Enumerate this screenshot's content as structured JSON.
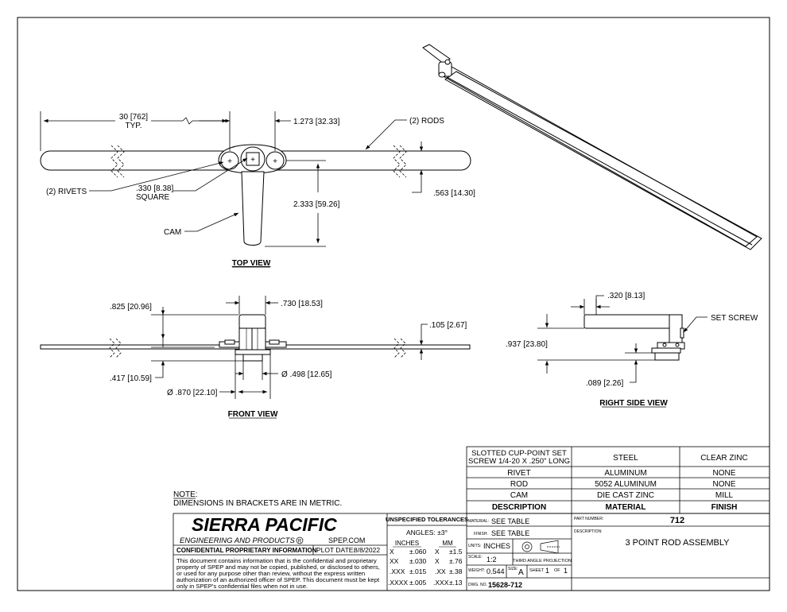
{
  "views": {
    "top": {
      "title": "TOP VIEW",
      "dim_length": [
        "30",
        "762"
      ],
      "typ": "TYP.",
      "dim_offset": [
        ".273",
        "32.33"
      ],
      "dim_offset_prefix": "1",
      "rods_label": "(2) RODS",
      "rivets_label": "(2) RIVETS",
      "square_dim": ".330 [8.38]",
      "square_label": "SQUARE",
      "cam_length": [
        "2.333",
        "59.26"
      ],
      "rod_width": [
        ".563",
        "14.30"
      ],
      "cam_label": "CAM"
    },
    "front": {
      "title": "FRONT VIEW",
      "cam_height": [
        ".825",
        "20.96"
      ],
      "cam_width": [
        ".730",
        "18.53"
      ],
      "rod_thickness": [
        ".105",
        "2.67"
      ],
      "below": [
        ".417",
        "10.59"
      ],
      "hub_dia": [
        "Ø .498",
        "12.65"
      ],
      "flange_dia": [
        "Ø .870",
        "22.10"
      ]
    },
    "side": {
      "title": "RIGHT SIDE VIEW",
      "top_dim": [
        ".320",
        "8.13"
      ],
      "set_screw": "SET SCREW",
      "height": [
        ".937",
        "23.80"
      ],
      "gap": [
        ".089",
        "2.26"
      ]
    }
  },
  "note": {
    "title": "NOTE:",
    "text": "DIMENSIONS IN BRACKETS ARE IN METRIC."
  },
  "bom": {
    "rows": [
      {
        "desc": "SLOTTED CUP-POINT SET\nSCREW 1/4-20 X .250\" LONG",
        "material": "STEEL",
        "finish": "CLEAR ZINC"
      },
      {
        "desc": "RIVET",
        "material": "ALUMINUM",
        "finish": "NONE"
      },
      {
        "desc": "ROD",
        "material": "5052 ALUMINUM",
        "finish": "NONE"
      },
      {
        "desc": "CAM",
        "material": "DIE CAST ZINC",
        "finish": "MILL"
      }
    ],
    "headers": {
      "desc": "DESCRIPTION",
      "material": "MATERIAL",
      "finish": "FINISH"
    }
  },
  "title_block": {
    "company": "SIERRA PACIFIC",
    "company_sub": "ENGINEERING AND PRODUCTS",
    "website": "SPEP.COM",
    "confidential_title": "CONFIDENTIAL PROPRIETARY INFORMATION",
    "plot_date_label": "PLOT DATE:",
    "plot_date": "8/8/2022",
    "confidential_text": [
      "This document contains information that is the confidential and proprietary",
      "property of SPEP and may not be copied, published, or disclosed to others,",
      "or used for any purpose  other than review, without the express written",
      "authorization of an authorized officer of SPEP. This document must be kept",
      "only in SPEP's confidential files when not in use."
    ],
    "tolerances_title": "UNSPECIFIED TOLERANCES",
    "angles": "ANGLES: ±3°",
    "inches_label": "INCHES",
    "mm_label": "MM",
    "tolerances": [
      {
        "in": "X",
        "in_tol": "±.060",
        "mm": "X",
        "mm_tol": "±1.5"
      },
      {
        "in": "XX",
        "in_tol": "±.030",
        "mm": "X",
        "mm_tol": "±.76"
      },
      {
        "in": ".XXX",
        "in_tol": "±.015",
        "mm": ".XX",
        "mm_tol": "±.38"
      },
      {
        "in": ".XXXX",
        "in_tol": "±.005",
        "mm": ".XXX",
        "mm_tol": "±.13"
      }
    ],
    "material_label": "MATERIAL:",
    "material": "SEE TABLE",
    "finish_label": "FINISH:",
    "finish": "SEE TABLE",
    "units_label": "UNITS:",
    "units": "INCHES",
    "scale_label": "SCALE:",
    "scale": "1:2",
    "projection": "THIRD ANGLE PROJECTION",
    "weight_label": "WEIGHT:",
    "weight": "0.544",
    "size_label": "SIZE:",
    "size": "A",
    "sheet_label": "SHEET",
    "sheet": "1",
    "of_label": "OF",
    "of": "1",
    "dwg_label": "DWG. NO.",
    "dwg": "15628-712",
    "part_number_label": "PART NUMBER:",
    "part_number": "712",
    "description_label": "DESCRIPTION:",
    "description": "3 POINT ROD ASSEMBLY"
  }
}
